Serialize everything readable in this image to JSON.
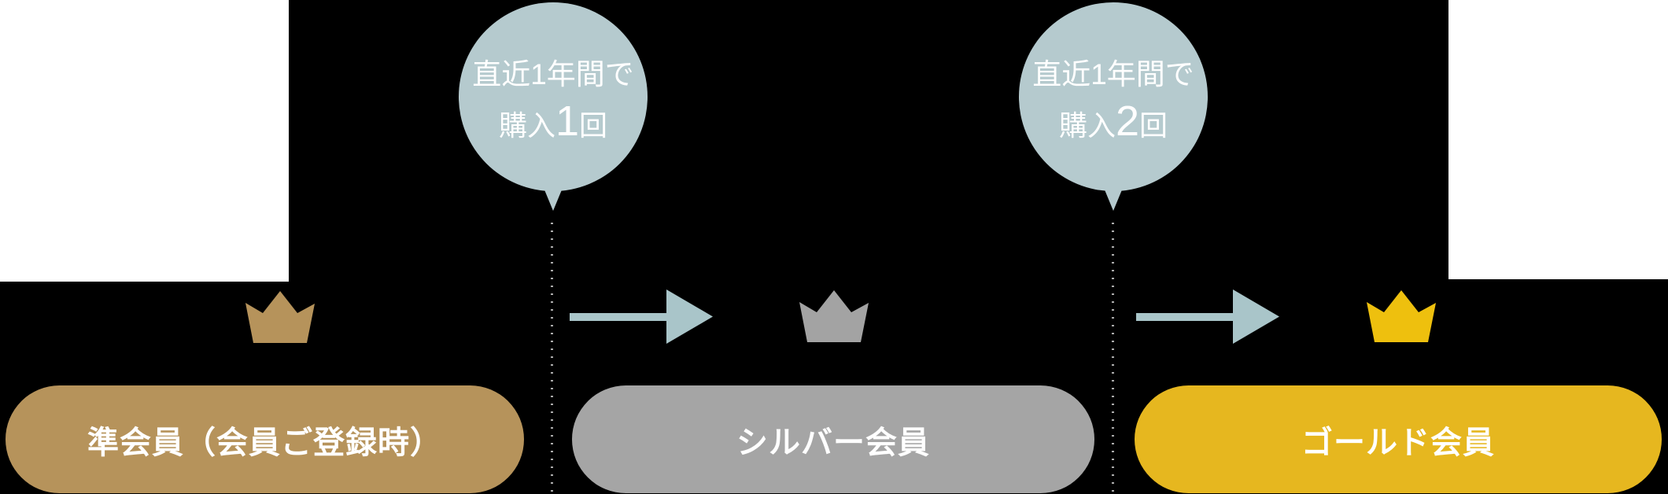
{
  "colors": {
    "background": "#000000",
    "page_white": "#ffffff",
    "balloon": "#b5cace",
    "arrow": "#a9c5c9",
    "dotted_line": "#adadad",
    "bronze": "#b6935b",
    "silver_banner": "#a5a5a5",
    "silver_crown": "#a3a3a3",
    "gold_banner": "#e6b71f",
    "gold_crown": "#eec00e",
    "label_text": "#ffffff"
  },
  "balloons": [
    {
      "line1": "直近1年間で",
      "purchase_label": "購入",
      "count": "1",
      "count_suffix": "回"
    },
    {
      "line1": "直近1年間で",
      "purchase_label": "購入",
      "count": "2",
      "count_suffix": "回"
    }
  ],
  "tiers": [
    {
      "name": "準会員（会員ご登録時）",
      "banner_color": "#b6935b",
      "crown_color": "#b6935b"
    },
    {
      "name": "シルバー会員",
      "banner_color": "#a5a5a5",
      "crown_color": "#a3a3a3"
    },
    {
      "name": "ゴールド会員",
      "banner_color": "#e6b71f",
      "crown_color": "#eec00e"
    }
  ]
}
